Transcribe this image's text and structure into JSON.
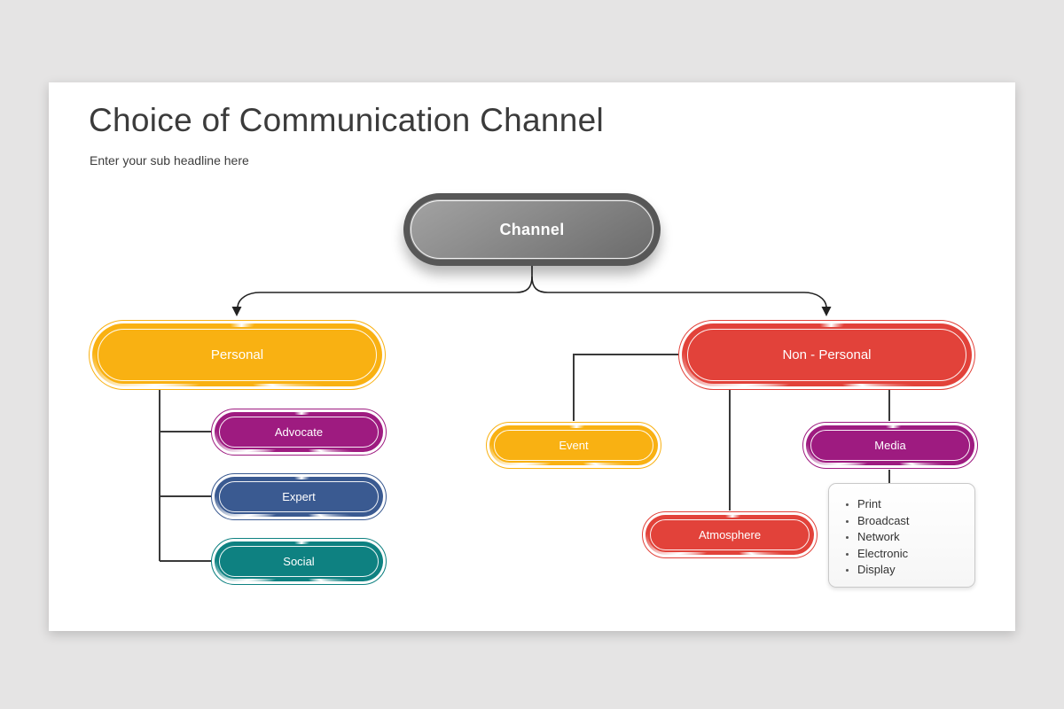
{
  "page": {
    "background_color": "#e5e4e4",
    "slide_background_color": "#ffffff"
  },
  "header": {
    "title": "Choice of Communication Channel",
    "subtitle": "Enter your sub headline here"
  },
  "diagram": {
    "type": "hierarchy",
    "line_color": "#3a3a3a",
    "nodes": {
      "channel": {
        "label": "Channel",
        "color": "#6f6f6f",
        "level": 0
      },
      "personal": {
        "label": "Personal",
        "color": "#F9B112",
        "level": 1,
        "parent": "channel"
      },
      "non_personal": {
        "label": "Non - Personal",
        "color": "#E2423A",
        "level": 1,
        "parent": "channel"
      },
      "advocate": {
        "label": "Advocate",
        "color": "#9E1B80",
        "level": 2,
        "parent": "personal"
      },
      "expert": {
        "label": "Expert",
        "color": "#3A5A91",
        "level": 2,
        "parent": "personal"
      },
      "social": {
        "label": "Social",
        "color": "#0E8181",
        "level": 2,
        "parent": "personal"
      },
      "event": {
        "label": "Event",
        "color": "#F9B112",
        "level": 2,
        "parent": "non_personal"
      },
      "atmosphere": {
        "label": "Atmosphere",
        "color": "#E2423A",
        "level": 2,
        "parent": "non_personal"
      },
      "media": {
        "label": "Media",
        "color": "#9E1B80",
        "level": 2,
        "parent": "non_personal"
      }
    },
    "media_list": {
      "attached_to": "media",
      "items": [
        "Print",
        "Broadcast",
        "Network",
        "Electronic",
        "Display"
      ]
    }
  }
}
